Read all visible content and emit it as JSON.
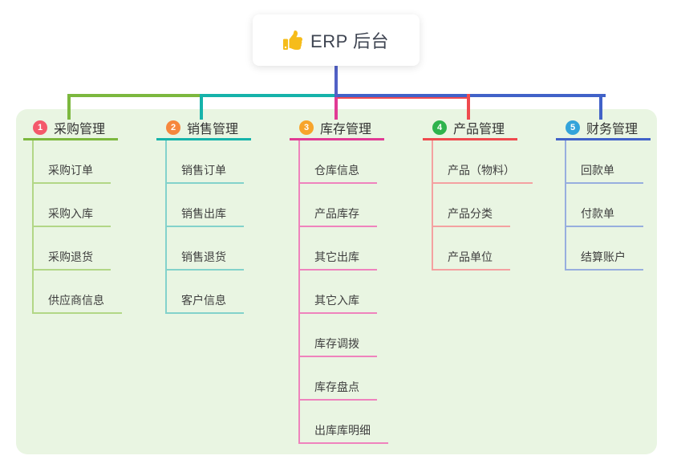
{
  "root": {
    "title": "ERP 后台",
    "icon": "thumbs-up-icon",
    "icon_color": "#f6bc1a"
  },
  "branches": [
    {
      "index": "1",
      "label": "采购管理",
      "color": "#7cb83e",
      "light_color": "#b2d786",
      "badge_color": "#f4596b",
      "children": [
        "采购订单",
        "采购入库",
        "采购退货",
        "供应商信息"
      ]
    },
    {
      "index": "2",
      "label": "销售管理",
      "color": "#16b3aa",
      "light_color": "#83d2cb",
      "badge_color": "#f6873d",
      "children": [
        "销售订单",
        "销售出库",
        "销售退货",
        "客户信息"
      ]
    },
    {
      "index": "3",
      "label": "库存管理",
      "color": "#e13a94",
      "light_color": "#ef83bd",
      "badge_color": "#f7a42b",
      "children": [
        "仓库信息",
        "产品库存",
        "其它出库",
        "其它入库",
        "库存调拨",
        "库存盘点",
        "出库库明细"
      ]
    },
    {
      "index": "4",
      "label": "产品管理",
      "color": "#ef4a4e",
      "light_color": "#f4a1a1",
      "badge_color": "#2fb34d",
      "children": [
        "产品（物料）",
        "产品分类",
        "产品单位"
      ]
    },
    {
      "index": "5",
      "label": "财务管理",
      "color": "#4162c8",
      "light_color": "#97aede",
      "badge_color": "#33a3da",
      "children": [
        "回款单",
        "付款单",
        "结算账户"
      ]
    }
  ],
  "colors": {
    "panel_bg": "#e9f5e2",
    "stem": "#5261c6",
    "canvas_bg": "#ffffff"
  }
}
